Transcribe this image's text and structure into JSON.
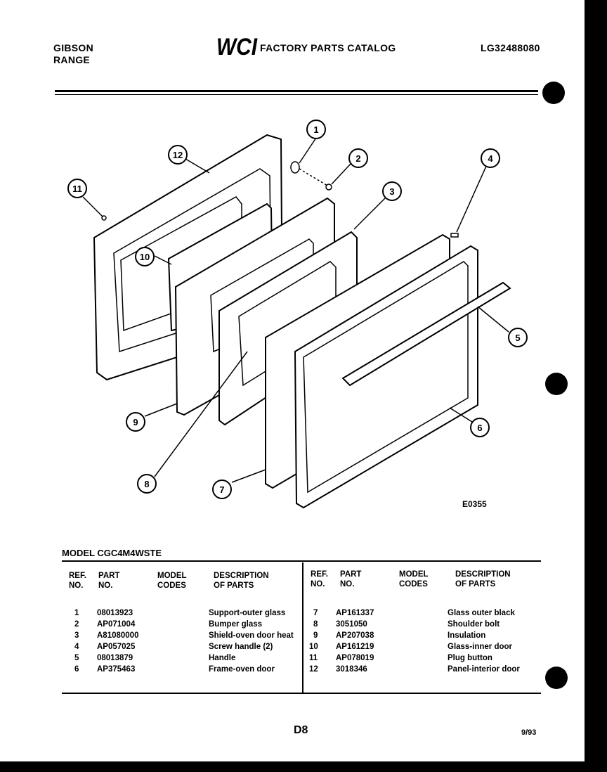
{
  "header": {
    "brand_line1": "GIBSON",
    "brand_line2": "RANGE",
    "logo_text": "WCI",
    "catalog_title": "FACTORY PARTS CATALOG",
    "catalog_number": "LG32488080"
  },
  "diagram": {
    "figure_code": "E0355",
    "callouts": [
      "1",
      "2",
      "3",
      "4",
      "5",
      "6",
      "7",
      "8",
      "9",
      "10",
      "11",
      "12"
    ]
  },
  "parts_table": {
    "model_label": "MODEL CGC4M4WSTE",
    "headers": {
      "ref_line1": "REF.",
      "ref_line2": "NO.",
      "part_line1": "PART",
      "part_line2": "NO.",
      "codes_line1": "MODEL",
      "codes_line2": "CODES",
      "desc_line1": "DESCRIPTION",
      "desc_line2": "OF PARTS"
    },
    "left_rows": [
      {
        "ref": "1",
        "part": "08013923",
        "desc": "Support-outer glass"
      },
      {
        "ref": "2",
        "part": "AP071004",
        "desc": "Bumper glass"
      },
      {
        "ref": "3",
        "part": "A81080000",
        "desc": "Shield-oven door heat"
      },
      {
        "ref": "4",
        "part": "AP057025",
        "desc": "Screw handle (2)"
      },
      {
        "ref": "5",
        "part": "08013879",
        "desc": "Handle"
      },
      {
        "ref": "6",
        "part": "AP375463",
        "desc": "Frame-oven door"
      }
    ],
    "right_rows": [
      {
        "ref": "7",
        "part": "AP161337",
        "desc": "Glass outer black"
      },
      {
        "ref": "8",
        "part": "3051050",
        "desc": "Shoulder bolt"
      },
      {
        "ref": "9",
        "part": "AP207038",
        "desc": "Insulation"
      },
      {
        "ref": "10",
        "part": "AP161219",
        "desc": "Glass-inner door"
      },
      {
        "ref": "11",
        "part": "AP078019",
        "desc": "Plug button"
      },
      {
        "ref": "12",
        "part": "3018346",
        "desc": "Panel-interior door"
      }
    ]
  },
  "footer": {
    "page_code": "D8",
    "date": "9/93"
  }
}
